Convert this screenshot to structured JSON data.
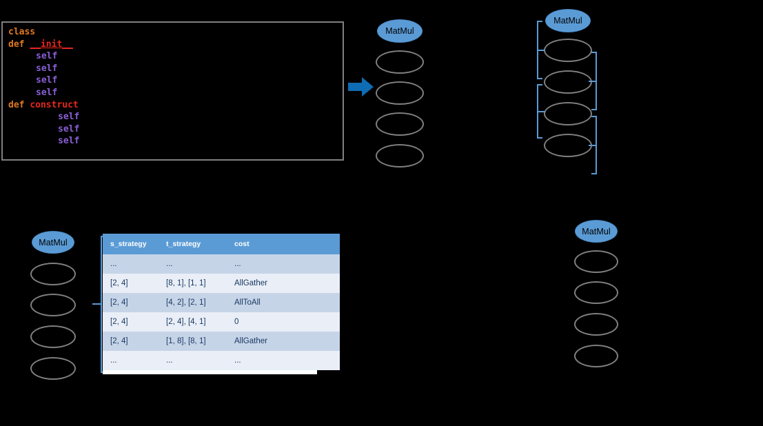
{
  "diagram": {
    "title": "Auto-parallel strategy search diagram",
    "colors": {
      "accent_blue": "#5b9bd5",
      "arrow_blue": "#0e6cb4",
      "bracket_blue": "#5b9bd5",
      "node_outline": "#808080",
      "table_header": "#5b9bd5",
      "row_dark": "#c6d4e8",
      "row_light": "#e9eef7",
      "background": "#000000"
    }
  },
  "code_block": {
    "lines": [
      {
        "indent": 0,
        "tokens": [
          {
            "text": "class",
            "style": "kw-class"
          }
        ]
      },
      {
        "indent": 0,
        "tokens": [
          {
            "text": "def",
            "style": "kw-def"
          },
          {
            "text": " ",
            "style": "plain"
          },
          {
            "text": "__init__",
            "style": "fn-name"
          }
        ]
      },
      {
        "indent": 1,
        "tokens": [
          {
            "text": "self",
            "style": "self-tok"
          }
        ]
      },
      {
        "indent": 1,
        "tokens": [
          {
            "text": "self",
            "style": "self-tok"
          }
        ]
      },
      {
        "indent": 1,
        "tokens": [
          {
            "text": "self",
            "style": "self-tok"
          }
        ]
      },
      {
        "indent": 1,
        "tokens": [
          {
            "text": "self",
            "style": "self-tok"
          }
        ]
      },
      {
        "indent": 0,
        "tokens": [
          {
            "text": "def",
            "style": "kw-def"
          },
          {
            "text": " ",
            "style": "plain"
          },
          {
            "text": "construct",
            "style": "fn-name2"
          }
        ]
      },
      {
        "indent": 2,
        "tokens": [
          {
            "text": "self",
            "style": "self-tok"
          }
        ]
      },
      {
        "indent": 2,
        "tokens": [
          {
            "text": "self",
            "style": "self-tok"
          }
        ]
      },
      {
        "indent": 2,
        "tokens": [
          {
            "text": "self",
            "style": "self-tok"
          }
        ]
      }
    ],
    "text": {
      "class_kw": "class",
      "def_kw": "def",
      "init_name": "__init__",
      "construct_name": "construct",
      "self_kw": "self"
    }
  },
  "arrow": {
    "name": "right-arrow",
    "direction": "right"
  },
  "graphs": {
    "top_left": {
      "label": "MatMul",
      "node_count": 4
    },
    "top_right": {
      "label": "MatMul",
      "node_count": 4,
      "left_brackets": 2,
      "right_brackets": 2
    },
    "bottom_left": {
      "label": "MatMul",
      "node_count": 4,
      "bracket_to_table": true
    },
    "bottom_right": {
      "label": "MatMul",
      "node_count": 4
    }
  },
  "cost_table": {
    "columns": [
      "s_strategy",
      "t_strategy",
      "cost"
    ],
    "rows": [
      [
        "...",
        "...",
        "..."
      ],
      [
        "[2, 4]",
        "[8, 1], [1, 1]",
        "AllGather"
      ],
      [
        "[2, 4]",
        "[4, 2], [2, 1]",
        "AllToAll"
      ],
      [
        "[2, 4]",
        "[2, 4], [4, 1]",
        "0"
      ],
      [
        "[2, 4]",
        "[1, 8], [8, 1]",
        "AllGather"
      ],
      [
        "...",
        "...",
        "..."
      ]
    ]
  }
}
